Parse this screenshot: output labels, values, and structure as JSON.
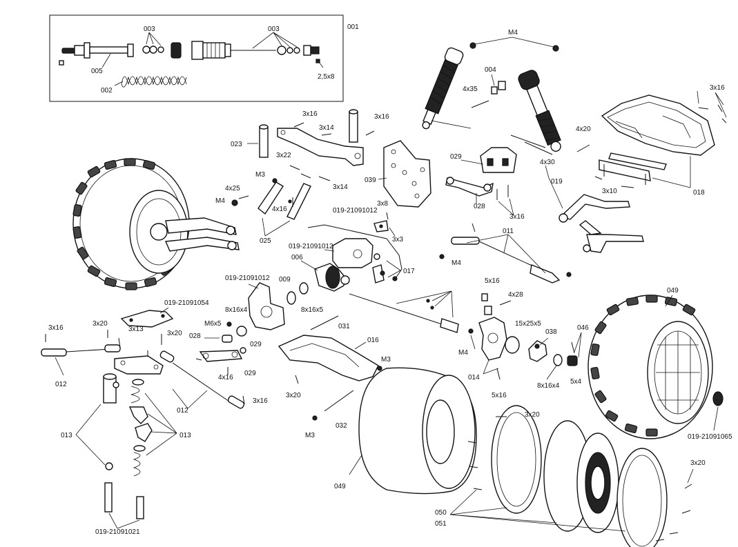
{
  "diagram": {
    "callouts": {
      "inset_group": "001",
      "shock_seals_left": "003",
      "shock_seals_right": "003",
      "shock_shaft": "005",
      "shock_spring": "002",
      "shock_screw": "2,5x8",
      "shock_top_nuts": "M4",
      "shock_bushing": "004",
      "shock_mount_screw": "4x35",
      "shock_lower_screw_a": "4x20",
      "shock_lower_screw_b": "4x30",
      "bumper_screws": "3x16",
      "bumper": "018",
      "bumper_bracket_screws": "3x10",
      "front_brace": "019",
      "servo_saver_screws_a": "3x16",
      "servo_saver_screws_b": "3x16",
      "servo_saver_screw_c": "3x14",
      "servo_post": "023",
      "steering_link_screw": "3x22",
      "steering_link_screw_b": "3x14",
      "nut_m3_top": "M3",
      "bellcrank_screw": "4x16",
      "wheel_screw_left": "4x25",
      "wheel_nut_left": "M4",
      "bellcrank": "025",
      "shock_tower": "039",
      "tower_mount": "029",
      "tower_screw": "028",
      "tower_screws_b": "3x16",
      "sway_mount": "019-21091012",
      "sway_screw": "3x8",
      "sway_screw_b": "3x3",
      "diff_mount": "019-21091012",
      "diff": "006",
      "diff_bearing": "009",
      "sway_link": "017",
      "turnbuckle_upper": "011",
      "turnbuckle_nut": "M4",
      "gearbox": "019-21091012",
      "bearing_8x16": "8x16x4",
      "bearing_8x16_b": "8x16x5",
      "nut_m6": "M6x5",
      "link_pins": "029",
      "link_pin_b": "029",
      "pin_028": "028",
      "pin_screw_4x16": "4x16",
      "plate": "019-21091054",
      "hinge_pin": "031",
      "lower_arm": "016",
      "arm_nut": "M3",
      "arm_screw": "3x20",
      "pin_032": "032",
      "pin_nut_m3": "M3",
      "hub_screw": "5x16",
      "hub_screw_4x28": "4x28",
      "hub_bearing": "15x25x5",
      "hub_carrier": "038",
      "hub_pin": "046",
      "hex_hub_nut": "M4",
      "knuckle": "014",
      "knuckle_screw": "5x16",
      "hub_bearing_b": "8x16x4",
      "hex_screw": "5x4",
      "tire_right": "049",
      "wheel_nut_right": "019-21091065",
      "tire_center": "049",
      "beadlock_screws": "3x20",
      "beadlock_screws_b": "3x20",
      "beadlock_rings": "050",
      "beadlock_wheel": "051",
      "tie_rod_screw": "3x16",
      "tie_rod_screw_b": "3x20",
      "tie_rod_screw_c": "3x13",
      "tie_rod_screw_d": "3x20",
      "tie_rod": "012",
      "tie_rod_b": "012",
      "tie_rod_end_screw": "3x16",
      "servo_saver": "013",
      "servo_saver_b": "013",
      "servo_post_bolt": "019-21091021"
    }
  }
}
